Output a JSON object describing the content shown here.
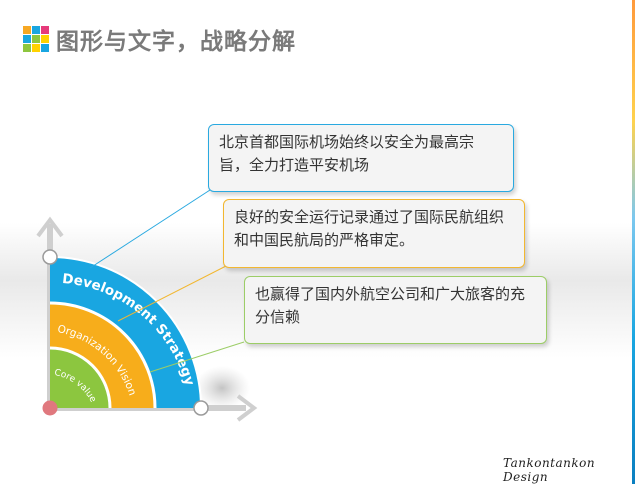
{
  "header": {
    "title": "图形与文字，战略分解",
    "logo_colors": [
      "#f7a823",
      "#19a6e1",
      "#e63a7a",
      "#19a6e1",
      "#8dc63f",
      "#ffd200",
      "#8dc63f",
      "#ffd200",
      "#19a6e1"
    ]
  },
  "diagram": {
    "rings": [
      {
        "label": "Development Strategy",
        "color": "#19a6e1"
      },
      {
        "label": "Organization Vision",
        "color": "#f7ad1b"
      },
      {
        "label": "Core value",
        "color": "#8cc63f"
      }
    ]
  },
  "callouts": [
    {
      "text": "北京首都国际机场始终以安全为最高宗旨，全力打造平安机场",
      "border_color": "#29a9e0"
    },
    {
      "text": "良好的安全运行记录通过了国际民航组织和中国民航局的严格审定。",
      "border_color": "#f2b730"
    },
    {
      "text": "也赢得了国内外航空公司和广大旅客的充分信赖",
      "border_color": "#9ccd67"
    }
  ],
  "footer": {
    "signature": "Tankontankon Design"
  }
}
